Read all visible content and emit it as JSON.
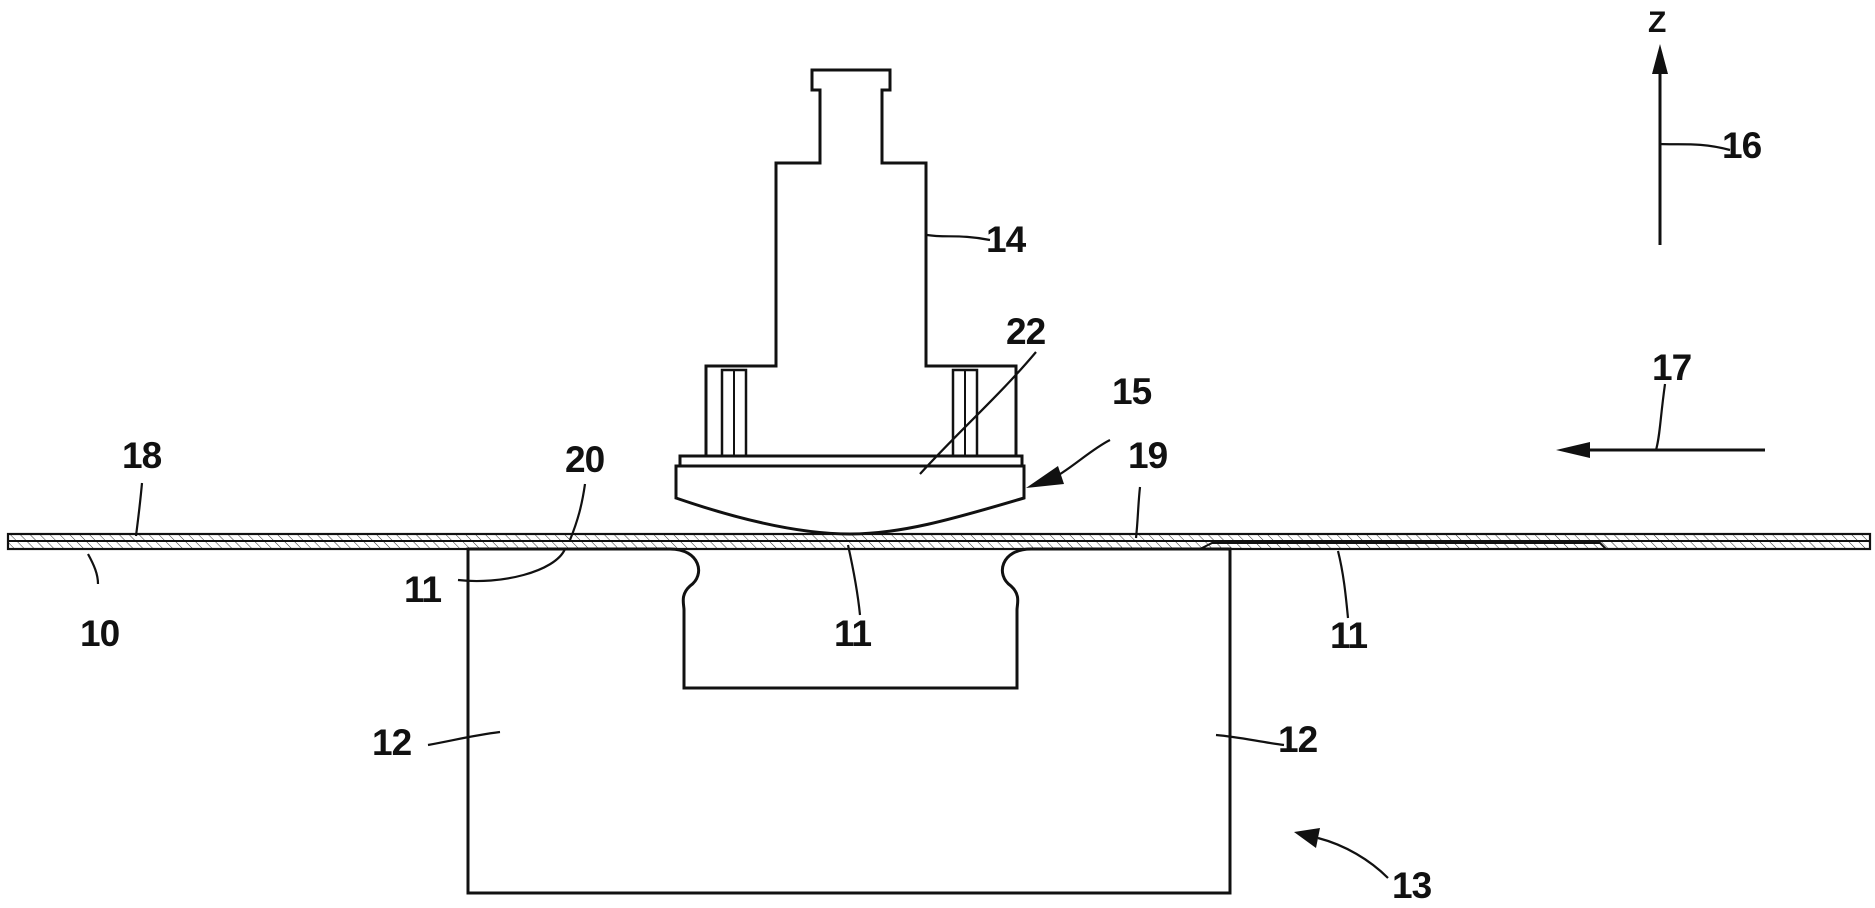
{
  "labels": {
    "l10": "10",
    "l11a": "11",
    "l11b": "11",
    "l11c": "11",
    "l12a": "12",
    "l12b": "12",
    "l13": "13",
    "l14": "14",
    "l15": "15",
    "l16": "16",
    "l17": "17",
    "l18": "18",
    "l19": "19",
    "l20": "20",
    "l22": "22",
    "z": "Z"
  },
  "colors": {
    "line": "#111111",
    "background": "#ffffff"
  }
}
